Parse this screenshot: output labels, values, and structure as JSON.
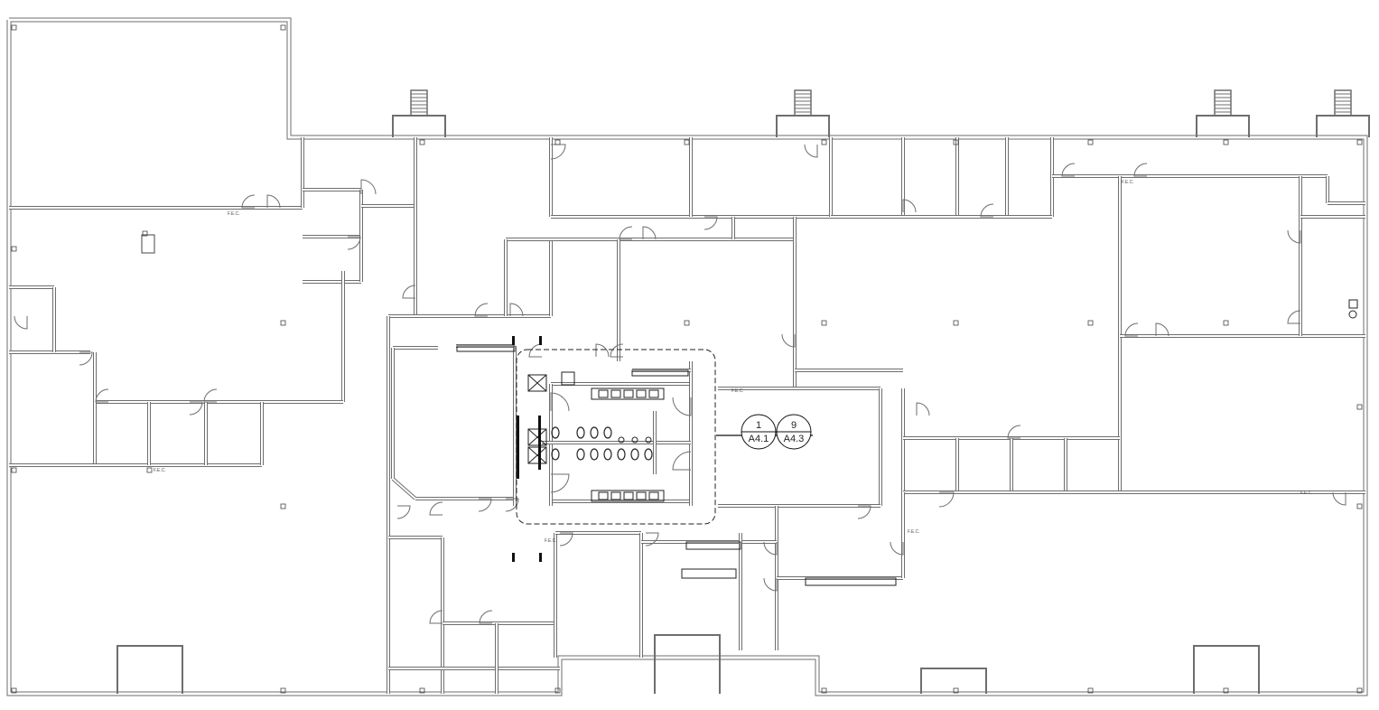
{
  "drawing": {
    "type": "architectural floor plan",
    "line_color": "#6e6e6e",
    "background": "#ffffff"
  },
  "section_markers": [
    {
      "number": "1",
      "sheet": "A4.1"
    },
    {
      "number": "9",
      "sheet": "A4.3"
    }
  ],
  "fire_extinguisher_label": "F.E.C."
}
